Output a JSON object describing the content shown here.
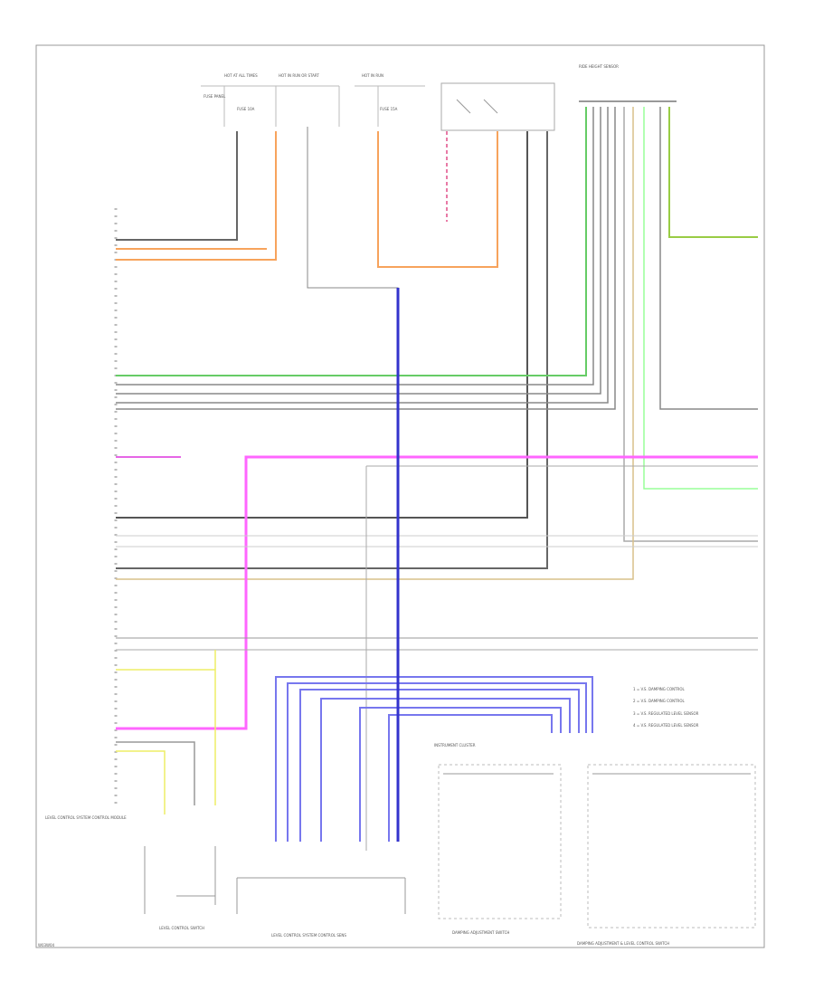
{
  "diagram_id": "W03W04",
  "modules": {
    "level_control": "LEVEL CONTROL SYSTEM CONTROL MODULE",
    "instrument": "INSTRUMENT CLUSTER",
    "level_control_sensor": "LEVEL CONTROL SYSTEM CONTROL SENS",
    "damping_adj_switch": "DAMPING ADJUSTMENT SWITCH",
    "damping_level_switch": "DAMPING ADJUSTMENT & LEVEL CONTROL SWITCH",
    "ride_height_sensor": "RIDE HEIGHT SENSOR",
    "level_control_switch": "LEVEL CONTROL SWITCH"
  },
  "fuse_labels": [
    "HOT AT ALL TIMES",
    "HOT IN RUN OR START",
    "HOT IN RUN",
    "FUSE PANEL",
    "FUSE 10A",
    "FUSE 15A"
  ],
  "legend": [
    "1 = V.S. DAMPING CONTROL",
    "2 = V.S. DAMPING CONTROL",
    "3 = V.S. REGULATED LEVEL SENSOR",
    "4 = V.S. REGULATED LEVEL SENSOR"
  ]
}
